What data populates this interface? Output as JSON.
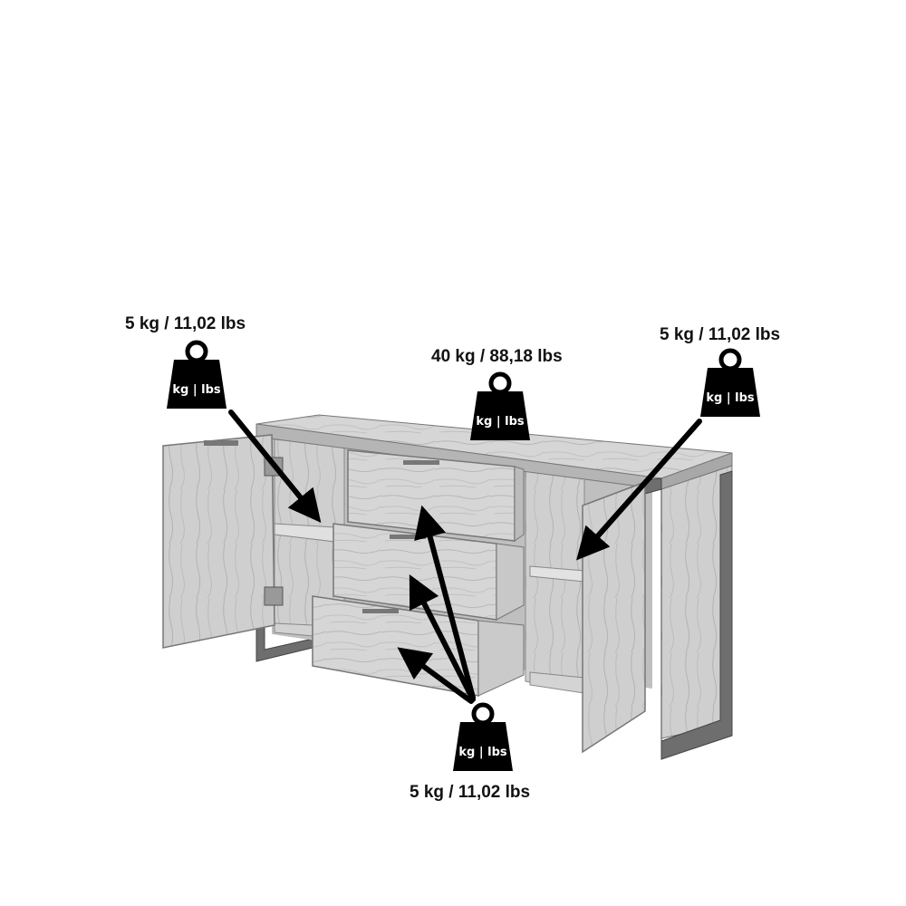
{
  "labels": {
    "left_shelf": "5 kg / 11,02 lbs",
    "top": "40 kg / 88,18 lbs",
    "right_shelf": "5 kg / 11,02 lbs",
    "drawers": "5 kg / 11,02 lbs"
  },
  "weight_icon": {
    "name": "weight-icon",
    "text": "kg | lbs",
    "color": "#000000"
  },
  "colors": {
    "wood_light": "#dcdcdc",
    "wood_mid": "#c4c4c4",
    "wood_dark": "#9a9a9a",
    "metal": "#6e6e6e",
    "arrow": "#000000"
  }
}
